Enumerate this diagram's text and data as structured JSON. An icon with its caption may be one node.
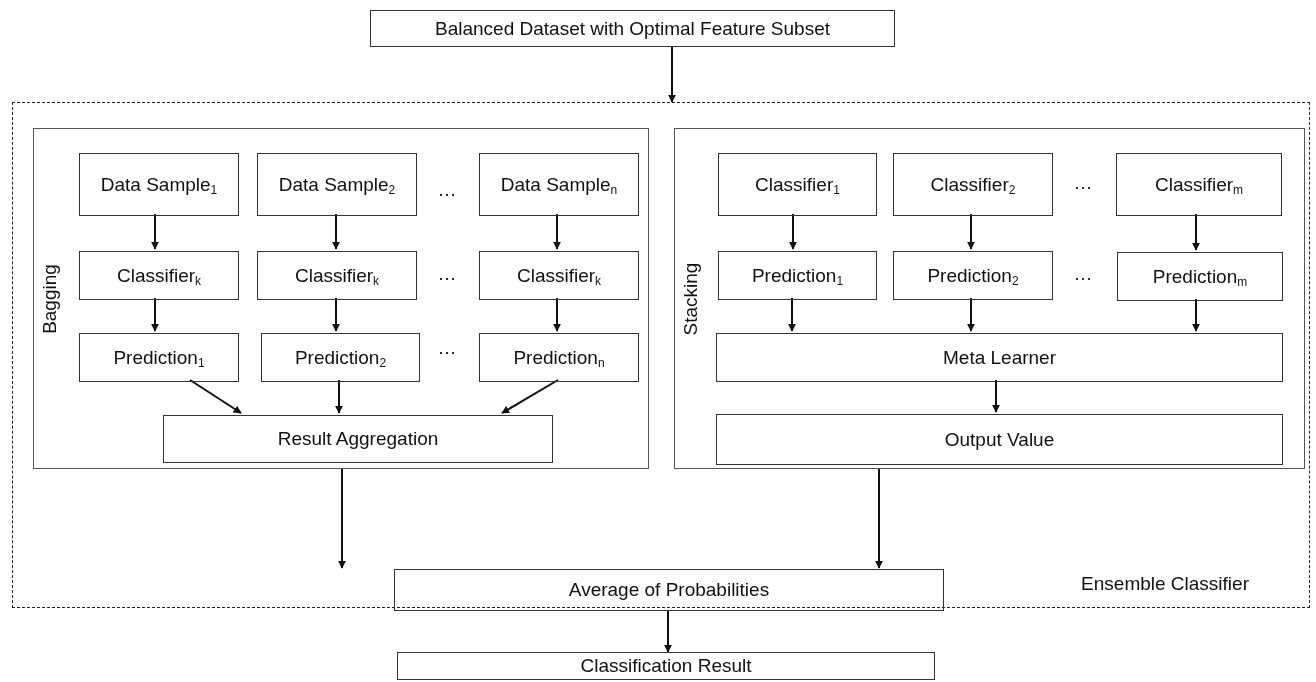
{
  "diagram": {
    "nodes": [
      {
        "text": [
          "Balanced Dataset with Optimal Feature Subset"
        ]
      },
      {
        "text": [
          "Ensemble Classifier"
        ]
      },
      {
        "text": [
          "Bagging"
        ],
        "in": 1
      },
      {
        "text": [
          "Data Sample$_{1}$"
        ],
        "in": 2
      },
      {
        "text": [
          "Data Sample$_{2}$"
        ],
        "in": 2
      },
      {
        "text": [
          "Data Sample$_{n}$"
        ],
        "in": 2
      },
      {
        "text": [
          "Classifier$_{k}$"
        ],
        "in": 2
      },
      {
        "text": [
          "Classifier$_{k}$"
        ],
        "in": 2
      },
      {
        "text": [
          "Classifier$_{k}$"
        ],
        "in": 2
      },
      {
        "text": [
          "Prediction$_{1}$"
        ],
        "in": 2
      },
      {
        "text": [
          "Prediction$_{2}$"
        ],
        "in": 2
      },
      {
        "text": [
          "Prediction$_{n}$"
        ],
        "in": 2
      },
      {
        "text": [
          "Result Aggregation"
        ],
        "in": 2
      },
      {
        "text": [
          "Stacking"
        ],
        "in": 1
      },
      {
        "text": [
          "Classifier$_{1}$"
        ],
        "in": 13
      },
      {
        "text": [
          "Classifier$_{2}$"
        ],
        "in": 13
      },
      {
        "text": [
          "Classifier$_{m}$"
        ],
        "in": 13
      },
      {
        "text": [
          "Prediction$_{1}$"
        ],
        "in": 13
      },
      {
        "text": [
          "Prediction$_{2}$"
        ],
        "in": 13
      },
      {
        "text": [
          "Prediction$_{m}$"
        ],
        "in": 13
      },
      {
        "text": [
          "Meta Learner"
        ],
        "in": 13
      },
      {
        "text": [
          "Output Value"
        ],
        "in": 13
      },
      {
        "text": [
          "Average of Probabilities"
        ],
        "in": 1
      },
      {
        "text": [
          "Classification Result"
        ]
      }
    ],
    "edges": [
      {
        "from": 0,
        "to": 1,
        "arrow": "to"
      },
      {
        "from": 3,
        "to": 6,
        "arrow": "to"
      },
      {
        "from": 4,
        "to": 7,
        "arrow": "to"
      },
      {
        "from": 5,
        "to": 8,
        "arrow": "to"
      },
      {
        "from": 6,
        "to": 9,
        "arrow": "to"
      },
      {
        "from": 7,
        "to": 10,
        "arrow": "to"
      },
      {
        "from": 8,
        "to": 11,
        "arrow": "to"
      },
      {
        "from": 9,
        "to": 12,
        "arrow": "to"
      },
      {
        "from": 10,
        "to": 12,
        "arrow": "to"
      },
      {
        "from": 11,
        "to": 12,
        "arrow": "to"
      },
      {
        "from": 14,
        "to": 17,
        "arrow": "to"
      },
      {
        "from": 15,
        "to": 18,
        "arrow": "to"
      },
      {
        "from": 16,
        "to": 19,
        "arrow": "to"
      },
      {
        "from": 17,
        "to": 20,
        "arrow": "to"
      },
      {
        "from": 18,
        "to": 20,
        "arrow": "to"
      },
      {
        "from": 19,
        "to": 20,
        "arrow": "to"
      },
      {
        "from": 20,
        "to": 21,
        "arrow": "to"
      },
      {
        "from": 2,
        "to": 22,
        "arrow": "to"
      },
      {
        "from": 13,
        "to": 22,
        "arrow": "to"
      },
      {
        "from": 22,
        "to": 23,
        "arrow": "to"
      }
    ],
    "labels": [
      "…",
      "…",
      "…",
      "…",
      "…"
    ]
  }
}
